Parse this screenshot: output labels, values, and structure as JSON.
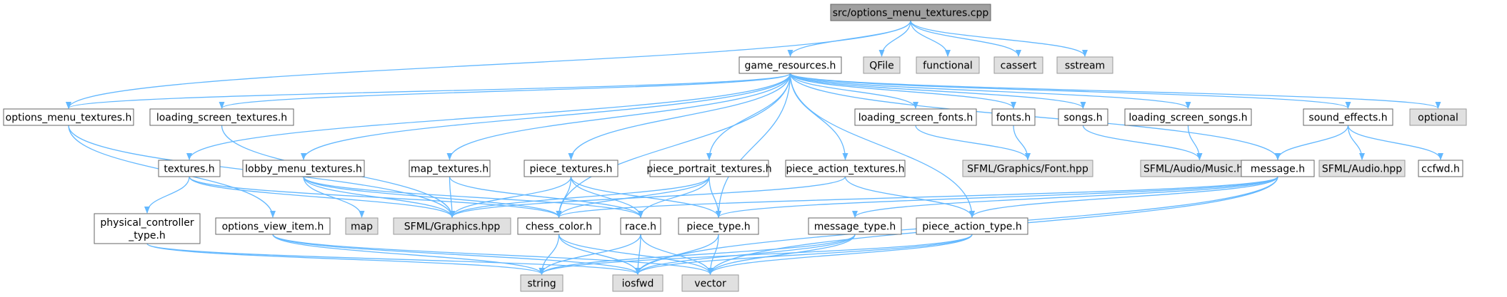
{
  "title_node": "src/options_menu_textures.cpp",
  "colors": {
    "root_fill": "#a0a0a0",
    "root_stroke": "#666666",
    "node_fill": "#ffffff",
    "node_stroke": "#666666",
    "external_fill": "#e0e0e0",
    "external_stroke": "#999999",
    "edge": "#63b8ff"
  },
  "nodes": [
    {
      "id": "root",
      "kind": "root",
      "lines": [
        "src/options_menu_textures.cpp"
      ]
    },
    {
      "id": "game_resources",
      "kind": "local",
      "lines": [
        "game_resources.h"
      ]
    },
    {
      "id": "qfile",
      "kind": "external",
      "lines": [
        "QFile"
      ]
    },
    {
      "id": "functional",
      "kind": "external",
      "lines": [
        "functional"
      ]
    },
    {
      "id": "cassert",
      "kind": "external",
      "lines": [
        "cassert"
      ]
    },
    {
      "id": "sstream",
      "kind": "external",
      "lines": [
        "sstream"
      ]
    },
    {
      "id": "options_menu_textures",
      "kind": "local",
      "lines": [
        "options_menu_textures.h"
      ]
    },
    {
      "id": "loading_screen_textures",
      "kind": "local",
      "lines": [
        "loading_screen_textures.h"
      ]
    },
    {
      "id": "loading_screen_fonts",
      "kind": "local",
      "lines": [
        "loading_screen_fonts.h"
      ]
    },
    {
      "id": "fonts",
      "kind": "local",
      "lines": [
        "fonts.h"
      ]
    },
    {
      "id": "songs",
      "kind": "local",
      "lines": [
        "songs.h"
      ]
    },
    {
      "id": "loading_screen_songs",
      "kind": "local",
      "lines": [
        "loading_screen_songs.h"
      ]
    },
    {
      "id": "sound_effects",
      "kind": "local",
      "lines": [
        "sound_effects.h"
      ]
    },
    {
      "id": "optional",
      "kind": "external",
      "lines": [
        "optional"
      ]
    },
    {
      "id": "textures",
      "kind": "local",
      "lines": [
        "textures.h"
      ]
    },
    {
      "id": "lobby_menu_textures",
      "kind": "local",
      "lines": [
        "lobby_menu_textures.h"
      ]
    },
    {
      "id": "map_textures",
      "kind": "local",
      "lines": [
        "map_textures.h"
      ]
    },
    {
      "id": "piece_textures",
      "kind": "local",
      "lines": [
        "piece_textures.h"
      ]
    },
    {
      "id": "piece_portrait_textures",
      "kind": "local",
      "lines": [
        "piece_portrait_textures.h"
      ]
    },
    {
      "id": "piece_action_textures",
      "kind": "local",
      "lines": [
        "piece_action_textures.h"
      ]
    },
    {
      "id": "sfml_font",
      "kind": "external",
      "lines": [
        "SFML/Graphics/Font.hpp"
      ]
    },
    {
      "id": "sfml_music",
      "kind": "external",
      "lines": [
        "SFML/Audio/Music.hpp"
      ]
    },
    {
      "id": "message",
      "kind": "local",
      "lines": [
        "message.h"
      ]
    },
    {
      "id": "sfml_audio",
      "kind": "external",
      "lines": [
        "SFML/Audio.hpp"
      ]
    },
    {
      "id": "ccfwd",
      "kind": "local",
      "lines": [
        "ccfwd.h"
      ]
    },
    {
      "id": "physical_controller_type",
      "kind": "local",
      "lines": [
        "physical_controller",
        "_type.h"
      ]
    },
    {
      "id": "options_view_item",
      "kind": "local",
      "lines": [
        "options_view_item.h"
      ]
    },
    {
      "id": "map",
      "kind": "external",
      "lines": [
        "map"
      ]
    },
    {
      "id": "sfml_graphics",
      "kind": "external",
      "lines": [
        "SFML/Graphics.hpp"
      ]
    },
    {
      "id": "chess_color",
      "kind": "local",
      "lines": [
        "chess_color.h"
      ]
    },
    {
      "id": "race",
      "kind": "local",
      "lines": [
        "race.h"
      ]
    },
    {
      "id": "piece_type",
      "kind": "local",
      "lines": [
        "piece_type.h"
      ]
    },
    {
      "id": "message_type",
      "kind": "local",
      "lines": [
        "message_type.h"
      ]
    },
    {
      "id": "piece_action_type",
      "kind": "local",
      "lines": [
        "piece_action_type.h"
      ]
    },
    {
      "id": "string",
      "kind": "external",
      "lines": [
        "string"
      ]
    },
    {
      "id": "iosfwd",
      "kind": "external",
      "lines": [
        "iosfwd"
      ]
    },
    {
      "id": "vector",
      "kind": "external",
      "lines": [
        "vector"
      ]
    }
  ],
  "edges": [
    [
      "root",
      "game_resources"
    ],
    [
      "root",
      "qfile"
    ],
    [
      "root",
      "functional"
    ],
    [
      "root",
      "cassert"
    ],
    [
      "root",
      "sstream"
    ],
    [
      "root",
      "options_menu_textures"
    ],
    [
      "game_resources",
      "options_menu_textures"
    ],
    [
      "game_resources",
      "loading_screen_textures"
    ],
    [
      "game_resources",
      "loading_screen_fonts"
    ],
    [
      "game_resources",
      "fonts"
    ],
    [
      "game_resources",
      "songs"
    ],
    [
      "game_resources",
      "loading_screen_songs"
    ],
    [
      "game_resources",
      "sound_effects"
    ],
    [
      "game_resources",
      "optional"
    ],
    [
      "game_resources",
      "textures"
    ],
    [
      "game_resources",
      "lobby_menu_textures"
    ],
    [
      "game_resources",
      "map_textures"
    ],
    [
      "game_resources",
      "piece_textures"
    ],
    [
      "game_resources",
      "piece_portrait_textures"
    ],
    [
      "game_resources",
      "piece_action_textures"
    ],
    [
      "game_resources",
      "message"
    ],
    [
      "game_resources",
      "chess_color"
    ],
    [
      "game_resources",
      "piece_type"
    ],
    [
      "game_resources",
      "piece_action_type"
    ],
    [
      "options_menu_textures",
      "sfml_graphics"
    ],
    [
      "options_menu_textures",
      "options_view_item"
    ],
    [
      "loading_screen_textures",
      "sfml_graphics"
    ],
    [
      "loading_screen_fonts",
      "sfml_font"
    ],
    [
      "fonts",
      "sfml_font"
    ],
    [
      "songs",
      "sfml_music"
    ],
    [
      "loading_screen_songs",
      "sfml_music"
    ],
    [
      "sound_effects",
      "message"
    ],
    [
      "sound_effects",
      "sfml_audio"
    ],
    [
      "sound_effects",
      "ccfwd"
    ],
    [
      "textures",
      "physical_controller_type"
    ],
    [
      "textures",
      "sfml_graphics"
    ],
    [
      "textures",
      "chess_color"
    ],
    [
      "lobby_menu_textures",
      "map"
    ],
    [
      "lobby_menu_textures",
      "sfml_graphics"
    ],
    [
      "lobby_menu_textures",
      "chess_color"
    ],
    [
      "lobby_menu_textures",
      "race"
    ],
    [
      "map_textures",
      "sfml_graphics"
    ],
    [
      "map_textures",
      "race"
    ],
    [
      "piece_textures",
      "sfml_graphics"
    ],
    [
      "piece_textures",
      "chess_color"
    ],
    [
      "piece_textures",
      "race"
    ],
    [
      "piece_textures",
      "piece_type"
    ],
    [
      "piece_portrait_textures",
      "sfml_graphics"
    ],
    [
      "piece_portrait_textures",
      "chess_color"
    ],
    [
      "piece_portrait_textures",
      "race"
    ],
    [
      "piece_portrait_textures",
      "piece_type"
    ],
    [
      "piece_action_textures",
      "sfml_graphics"
    ],
    [
      "piece_action_textures",
      "piece_action_type"
    ],
    [
      "message",
      "chess_color"
    ],
    [
      "message",
      "piece_type"
    ],
    [
      "message",
      "message_type"
    ],
    [
      "message",
      "piece_action_type"
    ],
    [
      "message",
      "iosfwd"
    ],
    [
      "message",
      "vector"
    ],
    [
      "physical_controller_type",
      "string"
    ],
    [
      "physical_controller_type",
      "iosfwd"
    ],
    [
      "options_view_item",
      "string"
    ],
    [
      "options_view_item",
      "iosfwd"
    ],
    [
      "options_view_item",
      "vector"
    ],
    [
      "chess_color",
      "string"
    ],
    [
      "chess_color",
      "iosfwd"
    ],
    [
      "chess_color",
      "vector"
    ],
    [
      "race",
      "string"
    ],
    [
      "race",
      "iosfwd"
    ],
    [
      "race",
      "vector"
    ],
    [
      "piece_type",
      "iosfwd"
    ],
    [
      "piece_type",
      "vector"
    ],
    [
      "message_type",
      "string"
    ],
    [
      "message_type",
      "iosfwd"
    ],
    [
      "message_type",
      "vector"
    ],
    [
      "piece_action_type",
      "string"
    ],
    [
      "piece_action_type",
      "iosfwd"
    ],
    [
      "piece_action_type",
      "vector"
    ]
  ]
}
